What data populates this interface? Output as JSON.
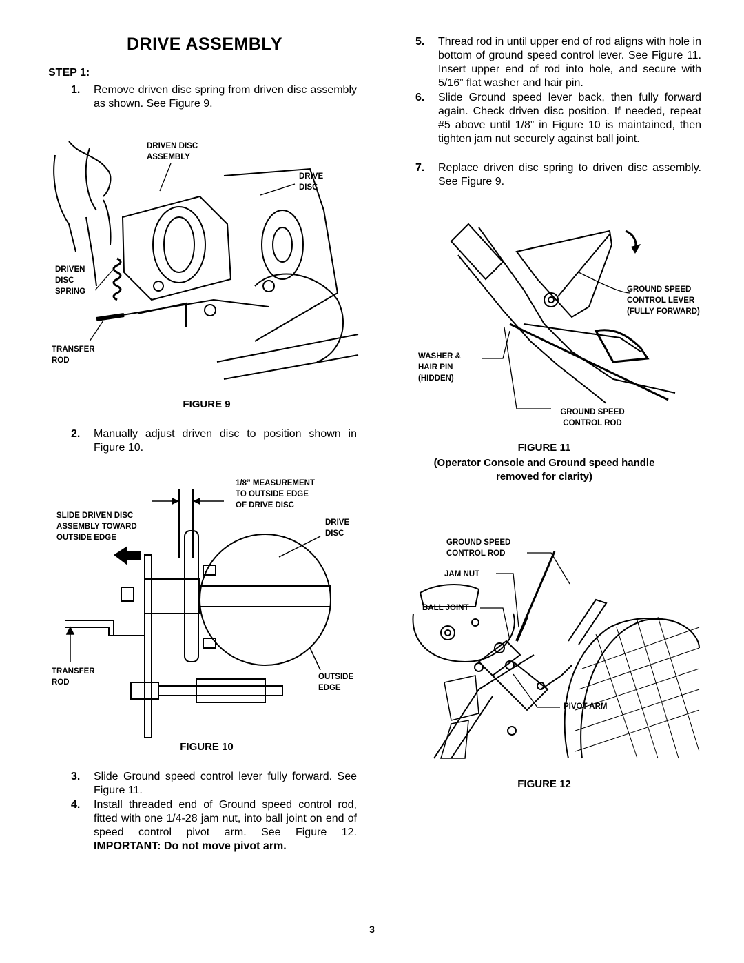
{
  "page": {
    "title": "DRIVE ASSEMBLY",
    "step": "STEP 1:",
    "page_number": "3"
  },
  "steps": [
    {
      "num": "1.",
      "text": "Remove driven disc spring from driven disc assembly as shown.  See Figure 9."
    },
    {
      "num": "2.",
      "text": "Manually adjust driven disc to position shown in Figure 10."
    },
    {
      "num": "3.",
      "text": "Slide Ground speed control lever fully forward. See Figure 11."
    },
    {
      "num": "4.",
      "text": "Install threaded end of Ground speed control rod, fitted with one 1/4-28 jam nut, into ball joint on end of speed control pivot arm.  See Figure 12.",
      "important": "IMPORTANT: Do not move pivot arm."
    },
    {
      "num": "5.",
      "text": "Thread rod in until upper end of rod aligns with hole in bottom of ground speed control lever. See Figure 11.  Insert upper end of rod into hole, and secure with 5/16” flat washer and hair pin."
    },
    {
      "num": "6.",
      "text": "Slide Ground speed lever back, then fully forward again.  Check driven disc position.  If needed, repeat #5 above until 1/8” in Figure 10 is maintained, then tighten jam nut securely against ball joint."
    },
    {
      "num": "7.",
      "text": "Replace driven disc spring to driven disc assembly.  See Figure 9."
    }
  ],
  "figures": {
    "fig9": {
      "caption": "FIGURE 9",
      "labels": {
        "driven_disc_assembly": "DRIVEN DISC\nASSEMBLY",
        "drive_disc": "DRIVE\nDISC",
        "driven_disc_spring": "DRIVEN\nDISC\nSPRING",
        "transfer_rod": "TRANSFER\nROD"
      }
    },
    "fig10": {
      "caption": "FIGURE 10",
      "labels": {
        "measurement": "1/8” MEASUREMENT\nTO OUTSIDE EDGE\nOF DRIVE DISC",
        "slide": "SLIDE DRIVEN DISC\nASSEMBLY TOWARD\nOUTSIDE EDGE",
        "drive_disc": "DRIVE\nDISC",
        "transfer_rod": "TRANSFER\nROD",
        "outside_edge": "OUTSIDE\nEDGE"
      }
    },
    "fig11": {
      "caption": "FIGURE 11",
      "subcaption": "(Operator Console and Ground speed handle\nremoved for clarity)",
      "labels": {
        "lever": "GROUND SPEED\nCONTROL LEVER\n(FULLY FORWARD)",
        "washer": "WASHER &\nHAIR PIN\n(HIDDEN)",
        "rod": "GROUND SPEED\nCONTROL ROD"
      }
    },
    "fig12": {
      "caption": "FIGURE 12",
      "labels": {
        "rod": "GROUND SPEED\nCONTROL ROD",
        "jam_nut": "JAM NUT",
        "ball_joint": "BALL JOINT",
        "pivot_arm": "PIVOT ARM"
      }
    }
  }
}
